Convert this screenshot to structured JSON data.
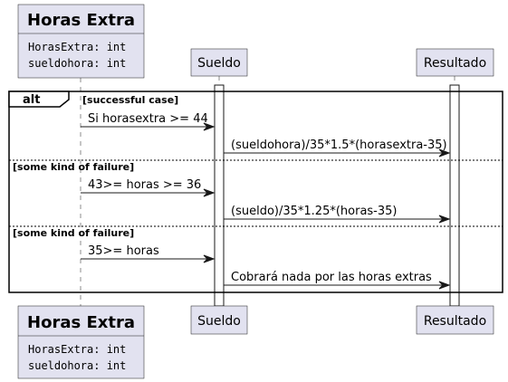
{
  "participants": {
    "horas": {
      "title": "Horas Extra",
      "fields": [
        "HorasExtra: int",
        "sueldohora: int"
      ]
    },
    "sueldo": {
      "label": "Sueldo"
    },
    "resultado": {
      "label": "Resultado"
    }
  },
  "alt": {
    "keyword": "alt",
    "branches": [
      {
        "guard": "[successful case]",
        "messages": [
          "Si horasextra >= 44",
          "(sueldohora)/35*1.5*(horasextra-35)"
        ]
      },
      {
        "guard": "[some kind of failure]",
        "messages": [
          "43>= horas >= 36",
          "(sueldo)/35*1.25*(horas-35)"
        ]
      },
      {
        "guard": "[some kind of failure]",
        "messages": [
          "35>= horas",
          "Cobrará nada por las horas extras"
        ]
      }
    ]
  }
}
